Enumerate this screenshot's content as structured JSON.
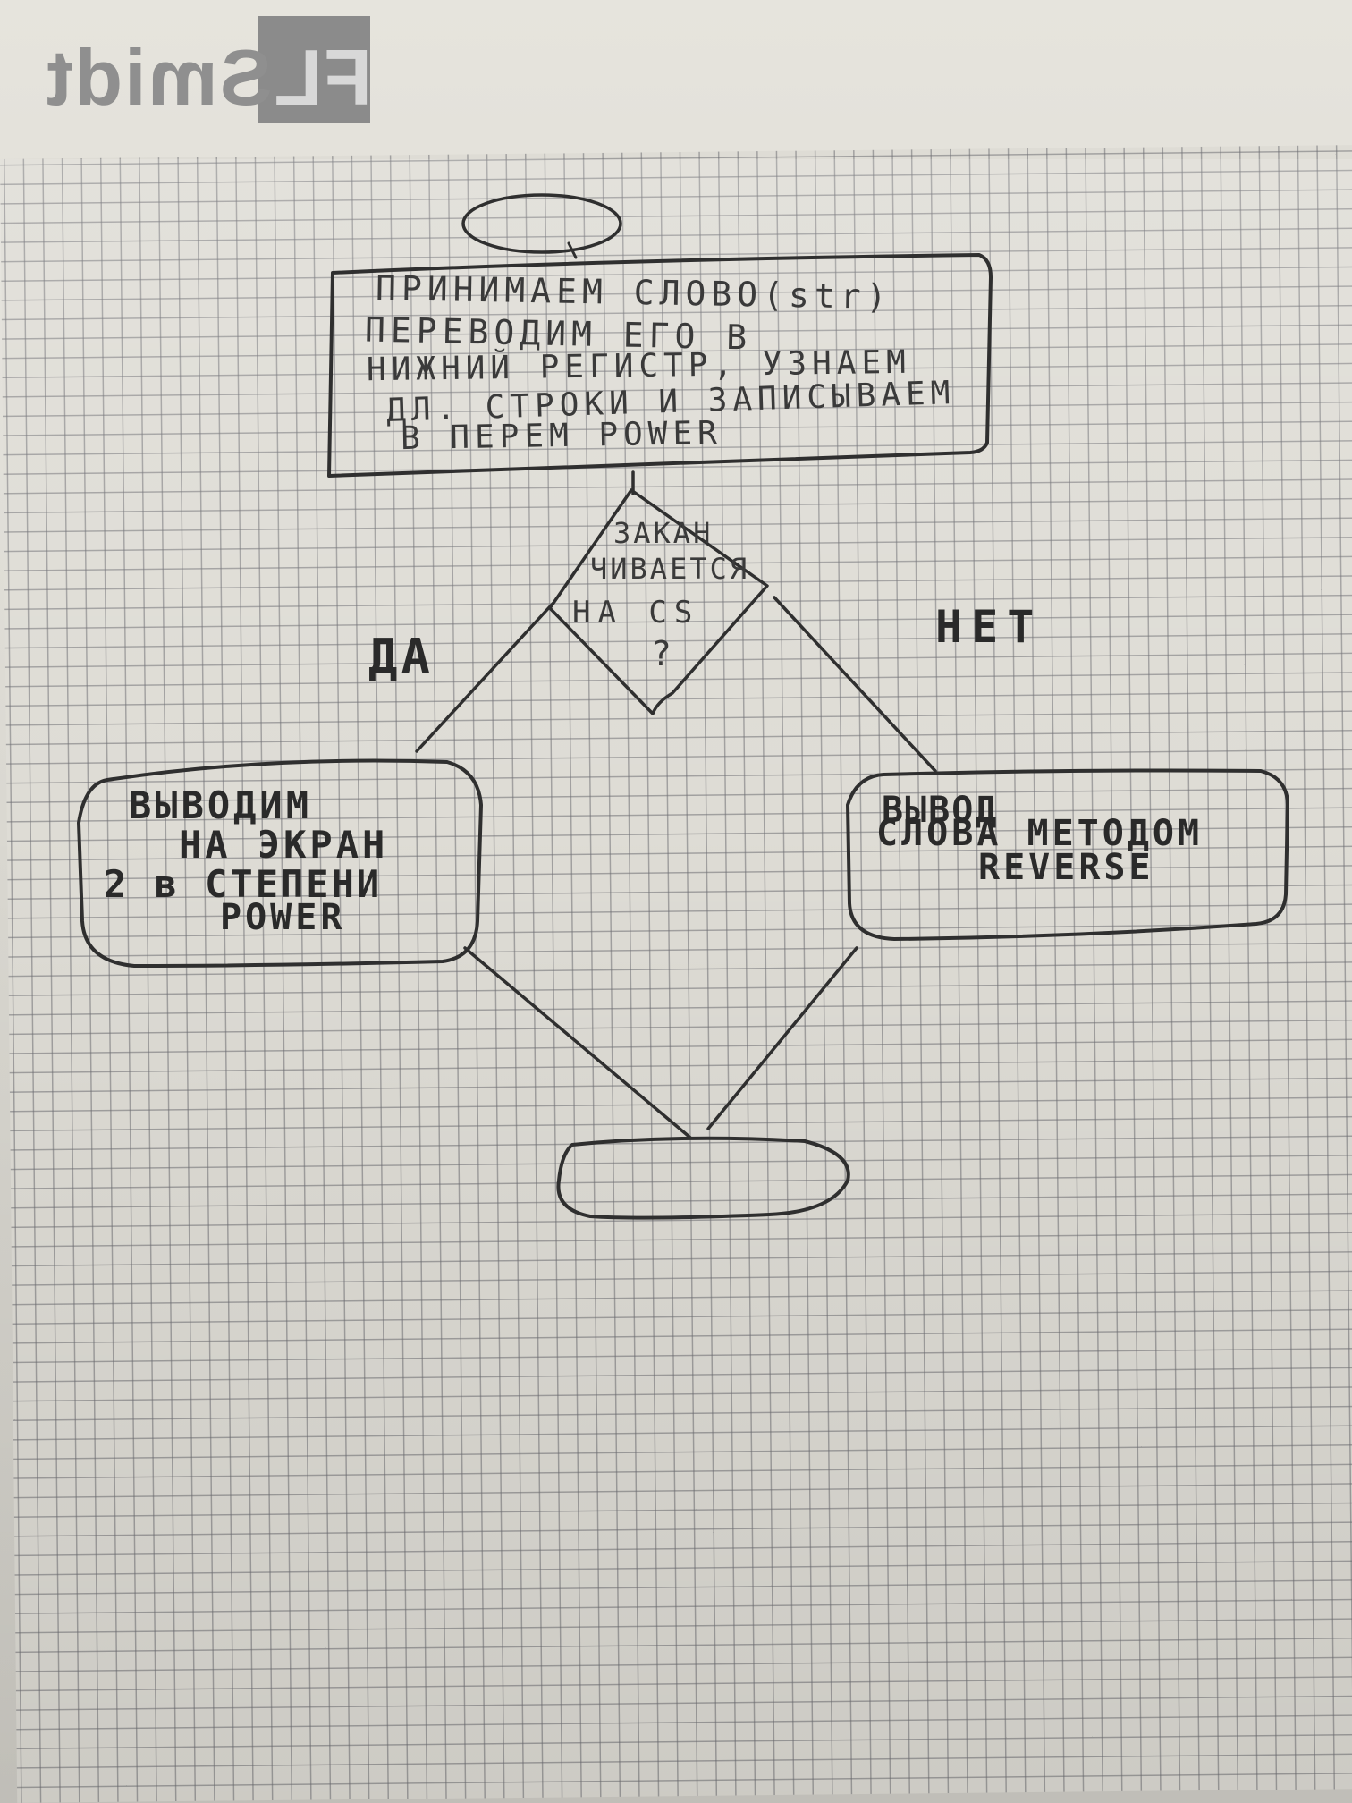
{
  "logo": {
    "text": "FLSmidt",
    "part_light": "FL",
    "part_dark": "Smidt"
  },
  "flowchart": {
    "process_lines": [
      "ПРИНИМАЕМ СЛОВО(str)",
      "ПЕРЕВОДИМ ЕГО В",
      "НИЖНИЙ РЕГИСТР, УЗНАЕМ",
      "ДЛ. СТРОКИ И ЗАПИСЫВАЕМ",
      "В ПЕРЕМ  POWER"
    ],
    "decision_lines": [
      "ЗАКАН",
      "ЧИВАЕТСЯ",
      "НА CS",
      "?"
    ],
    "yes_label": "ДА",
    "no_label": "НЕТ",
    "yes_branch_lines": [
      "ВЫВОДИМ",
      "НА ЭКРАН",
      "2 в СТЕПЕНИ",
      "POWER"
    ],
    "no_branch_lines": [
      "ВЫВОД",
      "СЛОВА МЕТОДОМ",
      "REVERSE"
    ]
  },
  "colors": {
    "ink": "#2f2f2f",
    "paper": "#dedcd5",
    "grid": "#7a7a80"
  }
}
